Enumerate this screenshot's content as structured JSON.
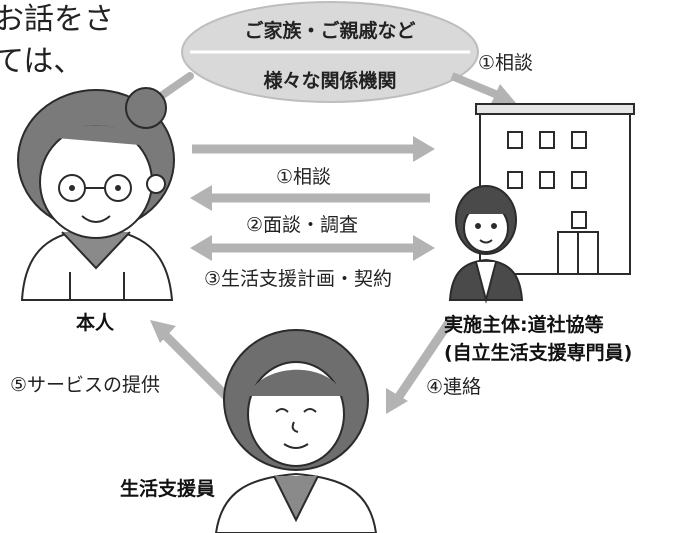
{
  "intro_fragment": [
    "お話をさ",
    "ては、"
  ],
  "family_box": {
    "line1": "ご家族・ご親戚など",
    "line2": "様々な関係機関"
  },
  "edges": {
    "family_consult": "①相談",
    "consult": "①相談",
    "interview": "②面談・調査",
    "plan_contract": "③生活支援計画・契約",
    "contact": "④連絡",
    "service": "⑤サービスの提供"
  },
  "nodes": {
    "person": "本人",
    "agency_line1": "実施主体:道社協等",
    "agency_line2": "(自立生活支援専門員)",
    "supporter": "生活支援員"
  },
  "colors": {
    "arrow": "#b3b3b3",
    "ellipse_fill": "#d9d9d9",
    "hair": "#7a7a7a",
    "skin": "#ffffff",
    "building": "#ffffff",
    "outline": "#2b2b2b"
  },
  "icons": [
    "elderly-person-icon",
    "office-building-icon",
    "staff-woman-icon",
    "supporter-woman-icon"
  ]
}
